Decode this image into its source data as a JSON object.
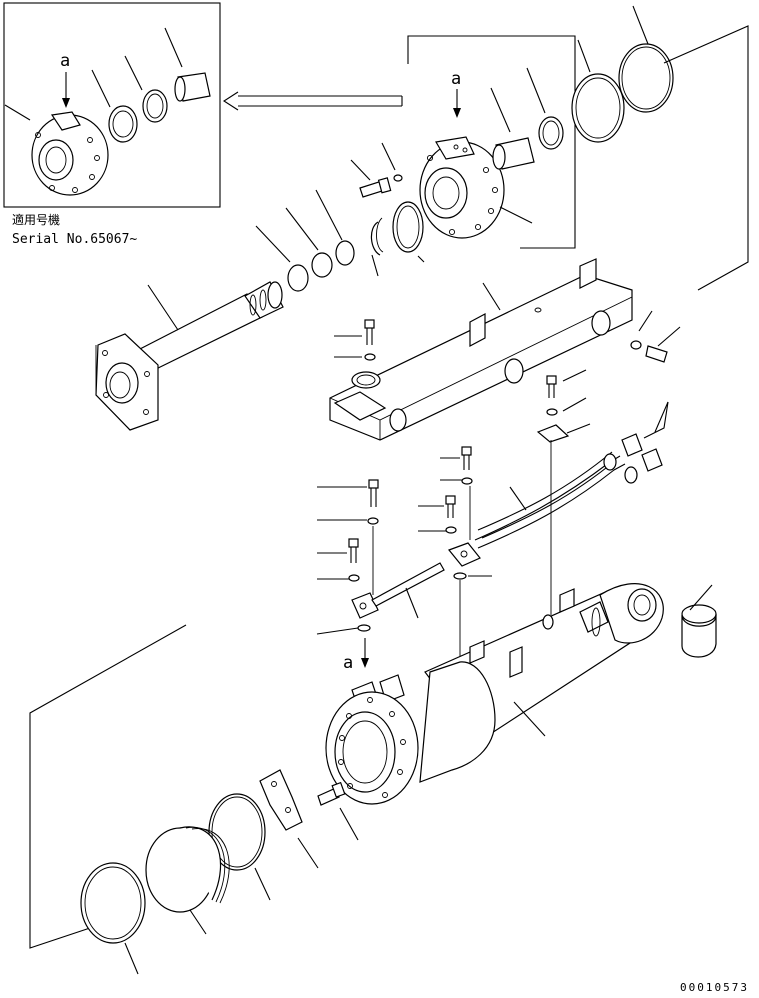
{
  "inset": {
    "title_jp": "適用号機",
    "serial": "Serial No.65067~",
    "view_letter": "a"
  },
  "main": {
    "view_letter_top": "a",
    "view_letter_bottom": "a"
  },
  "drawing_number": "00010573"
}
